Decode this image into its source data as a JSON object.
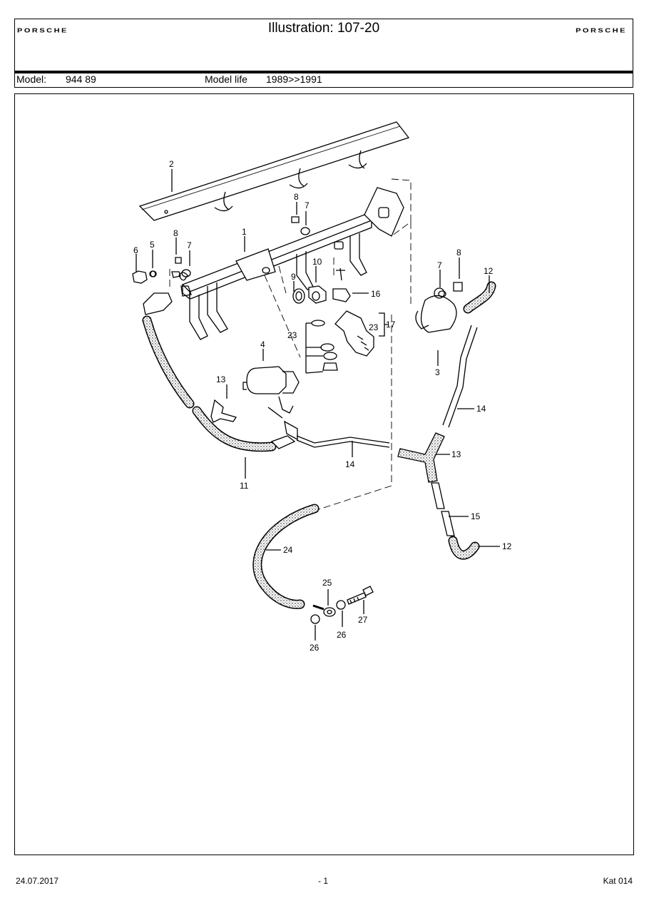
{
  "header": {
    "title": "Illustration: 107-20",
    "logo_left": "PORSCHE",
    "logo_right": "PORSCHE"
  },
  "model_row": {
    "model_label": "Model:",
    "model_value": "944 89",
    "model_life_label": "Model life",
    "model_life_value": "1989>>1991"
  },
  "callouts": {
    "c1": "1",
    "c2": "2",
    "c3": "3",
    "c4": "4",
    "c5": "5",
    "c6": "6",
    "c7a": "7",
    "c7b": "7",
    "c7c": "7",
    "c8a": "8",
    "c8b": "8",
    "c8c": "8",
    "c9": "9",
    "c10": "10",
    "c11": "11",
    "c12a": "12",
    "c12b": "12",
    "c13a": "13",
    "c13b": "13",
    "c14a": "14",
    "c14b": "14",
    "c15": "15",
    "c16": "16",
    "c17": "17",
    "c23a": "23",
    "c23b": "23",
    "c24": "24",
    "c25": "25",
    "c26a": "26",
    "c26b": "26",
    "c27": "27"
  },
  "footer": {
    "date": "24.07.2017",
    "page": "- 1",
    "catalog": "Kat 014"
  }
}
